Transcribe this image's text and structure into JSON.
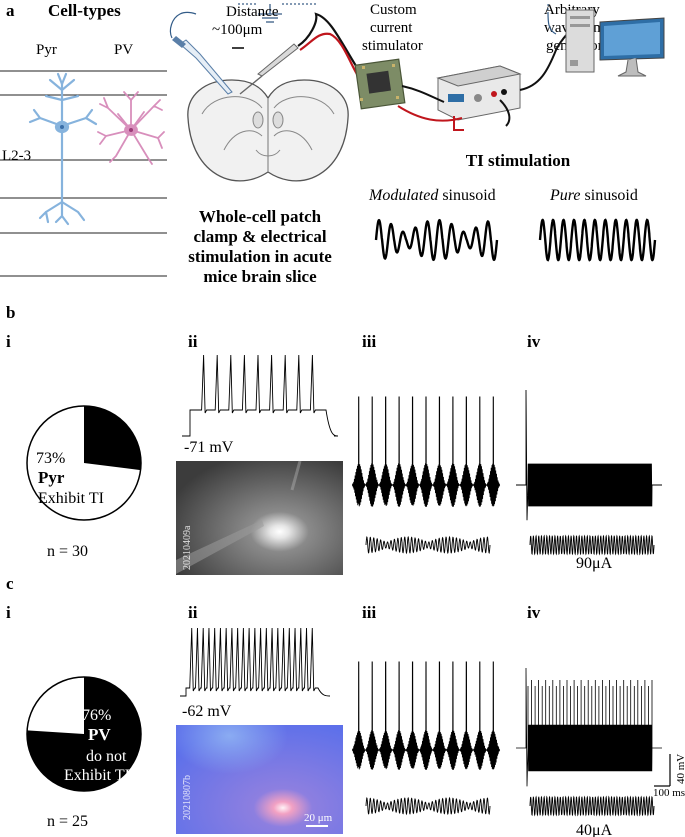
{
  "panel_a": {
    "label": "a",
    "cell_types_title": "Cell-types",
    "pyr_label": "Pyr",
    "pv_label": "PV",
    "layer_label": "L2-3",
    "distance_label": "Distance",
    "distance_value": "~100μm",
    "stimulator_label_1": "Custom",
    "stimulator_label_2": "current",
    "stimulator_label_3": "stimulator",
    "generator_label_1": "Arbitrary",
    "generator_label_2": "waveform",
    "generator_label_3": "generator",
    "setup_line_1": "Whole-cell patch",
    "setup_line_2": "clamp & electrical",
    "setup_line_3": "stimulation in acute",
    "setup_line_4": "mice brain slice",
    "ti_title": "TI stimulation",
    "modulated_italic": "Modulated",
    "modulated_rest": " sinusoid",
    "pure_italic": "Pure",
    "pure_rest": " sinusoid"
  },
  "panel_b": {
    "label": "b",
    "sub_i": "i",
    "sub_ii": "ii",
    "sub_iii": "iii",
    "sub_iv": "iv",
    "pie_fraction": 0.73,
    "pie_percent": "73%",
    "pie_cell": "Pyr",
    "pie_text": "Exhibit TI",
    "n_label": "n = 30",
    "vm_label": "-71 mV",
    "image_id": "20210409a",
    "current_label": "90μA"
  },
  "panel_c": {
    "label": "c",
    "sub_i": "i",
    "sub_ii": "ii",
    "sub_iii": "iii",
    "sub_iv": "iv",
    "pie_fraction": 0.76,
    "pie_percent": "76%",
    "pie_cell": "PV",
    "pie_text_1": "do not",
    "pie_text_2": "Exhibit TI",
    "n_label": "n = 25",
    "vm_label": "-62 mV",
    "image_id": "20210807b",
    "scale_label": "20 μm",
    "current_label": "40μA",
    "scalebar_v": "40 mV",
    "scalebar_h": "100 ms"
  }
}
